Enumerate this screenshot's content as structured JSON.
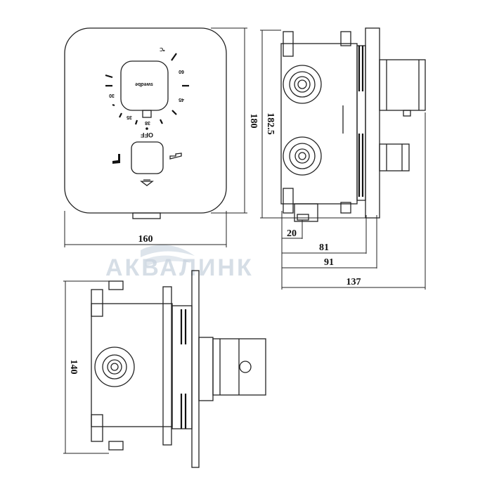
{
  "front_view": {
    "brand": "swedbe",
    "dial_labels": [
      "℃",
      "60",
      "45",
      "38",
      "35",
      "30"
    ],
    "off_label": "OFF",
    "dims": {
      "width": "160",
      "height": "180"
    }
  },
  "side_view": {
    "dims": {
      "height": "182.5",
      "d1": "20",
      "d2": "81",
      "d3": "91",
      "d4": "137"
    }
  },
  "bottom_view": {
    "dims": {
      "height": "140"
    }
  },
  "watermark": "АКВАЛИНК",
  "colors": {
    "line": "#222222",
    "watermark": "#c9d3de"
  }
}
